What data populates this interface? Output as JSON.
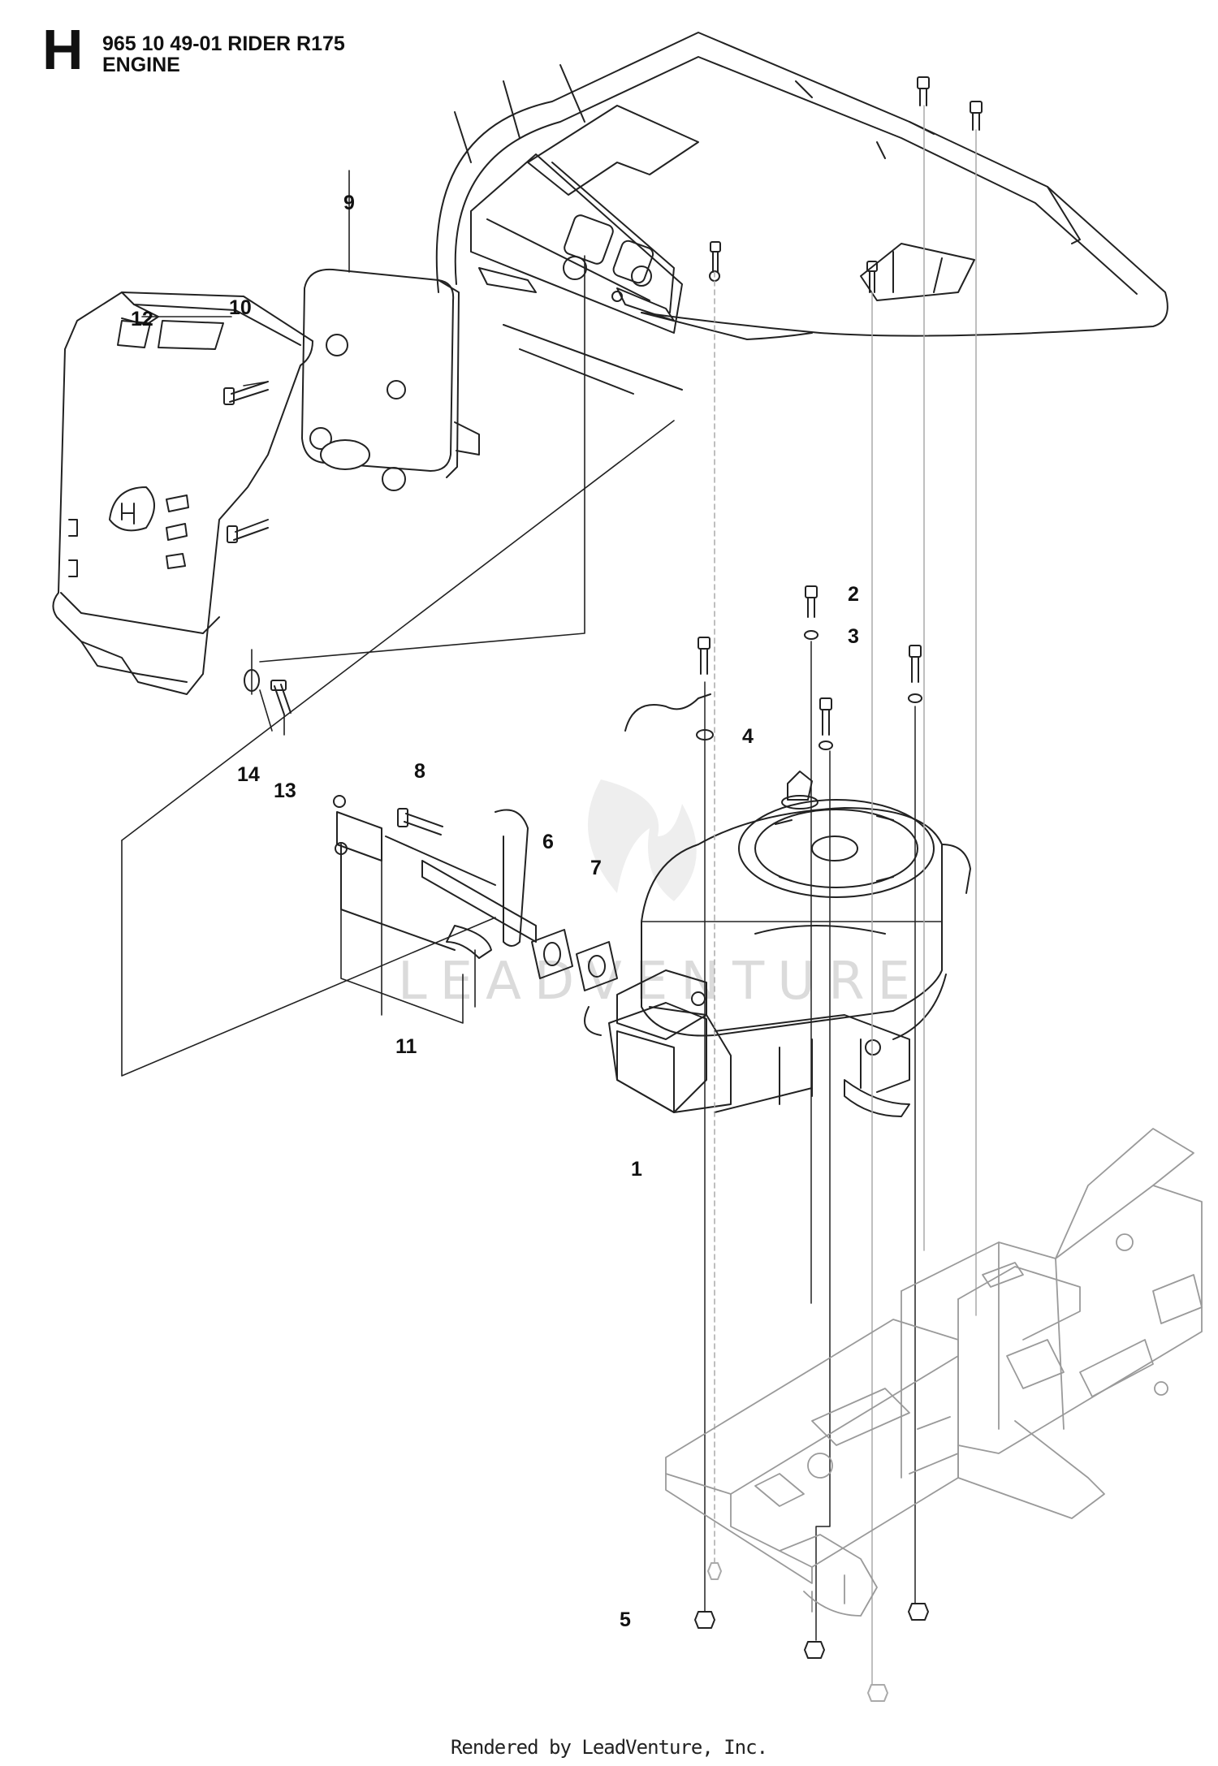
{
  "header": {
    "section_letter": "H",
    "model_line": "965 10 49-01 RIDER R175",
    "subtitle": "ENGINE"
  },
  "callouts": [
    {
      "id": "1",
      "label": "1"
    },
    {
      "id": "2",
      "label": "2"
    },
    {
      "id": "3",
      "label": "3"
    },
    {
      "id": "4",
      "label": "4"
    },
    {
      "id": "5",
      "label": "5"
    },
    {
      "id": "6",
      "label": "6"
    },
    {
      "id": "7",
      "label": "7"
    },
    {
      "id": "8",
      "label": "8"
    },
    {
      "id": "9",
      "label": "9"
    },
    {
      "id": "10",
      "label": "10"
    },
    {
      "id": "11",
      "label": "11"
    },
    {
      "id": "12",
      "label": "12"
    },
    {
      "id": "13",
      "label": "13"
    },
    {
      "id": "14",
      "label": "14"
    }
  ],
  "watermark": {
    "text": "LEADVENTURE"
  },
  "footer": {
    "text": "Rendered by LeadVenture, Inc."
  }
}
